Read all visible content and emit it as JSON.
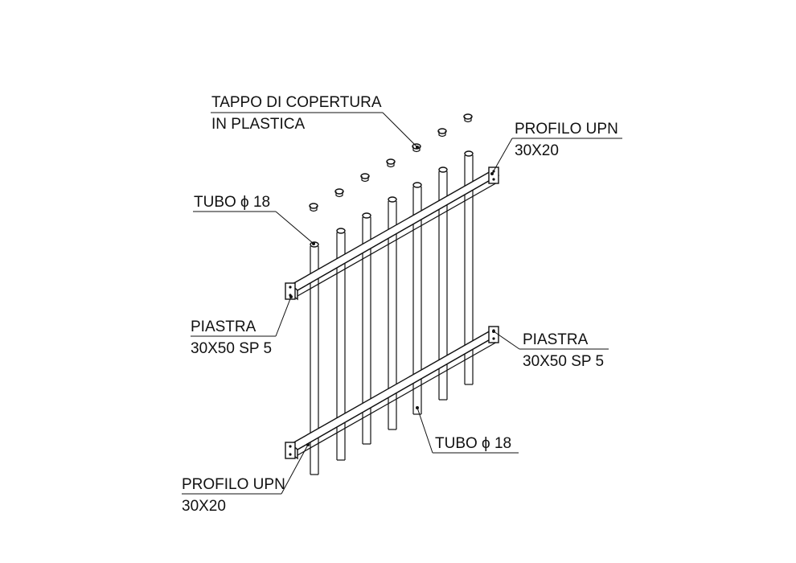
{
  "labels": {
    "cap_line1": "TAPPO DI COPERTURA",
    "cap_line2": "IN PLASTICA",
    "upn_top_line1": "PROFILO UPN",
    "upn_top_line2": "30X20",
    "tube_top": "TUBO ϕ 18",
    "plate_left_line1": "PIASTRA",
    "plate_left_line2": "30X50 SP 5",
    "plate_right_line1": "PIASTRA",
    "plate_right_line2": "30X50 SP 5",
    "tube_bottom": "TUBO ϕ 18",
    "upn_bottom_line1": "PROFILO UPN",
    "upn_bottom_line2": "30X20"
  }
}
